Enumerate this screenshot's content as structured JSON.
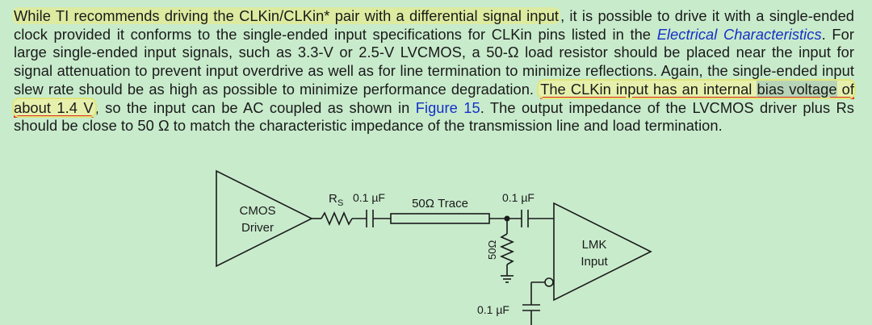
{
  "paragraph": {
    "s1_hl": "While TI recommends driving the CLKin/CLKin* pair with a differential signal input",
    "s1_rest": ", it is possible to drive it with a single-ended clock provided it conforms to the single-ended input specifications for CLKin pins listed in the ",
    "link_electrical": "Electrical Characteristics",
    "s2": ". For large single-ended input signals, such as 3.3-V or 2.5-V LVCMOS, a 50-Ω load resistor should be placed near the input for signal attenuation to prevent input overdrive as well as for line termination to minimize reflections. Again, the single-ended input slew rate should be as high as possible to minimize performance degradation. ",
    "s3_a": "The CLKin input has an internal ",
    "s3_b": "bias voltage",
    "s3_c": " of about 1.4 V",
    "s3_d": ", so the input can be AC coupled as shown in ",
    "link_figure": "Figure 15",
    "s4": ". The output impedance of the LVCMOS driver plus Rs should be close to 50 Ω to match the characteristic impedance of the transmission line and load termination."
  },
  "diagram": {
    "driver_label_1": "CMOS",
    "driver_label_2": "Driver",
    "rs_label": "R",
    "rs_sub": "S",
    "cap1_label": "0.1 µF",
    "trace_label": "50Ω Trace",
    "cap2_label": "0.1 µF",
    "term_res_label": "50Ω",
    "cap3_label": "0.1 µF",
    "receiver_label_1": "LMK",
    "receiver_label_2": "Input"
  }
}
